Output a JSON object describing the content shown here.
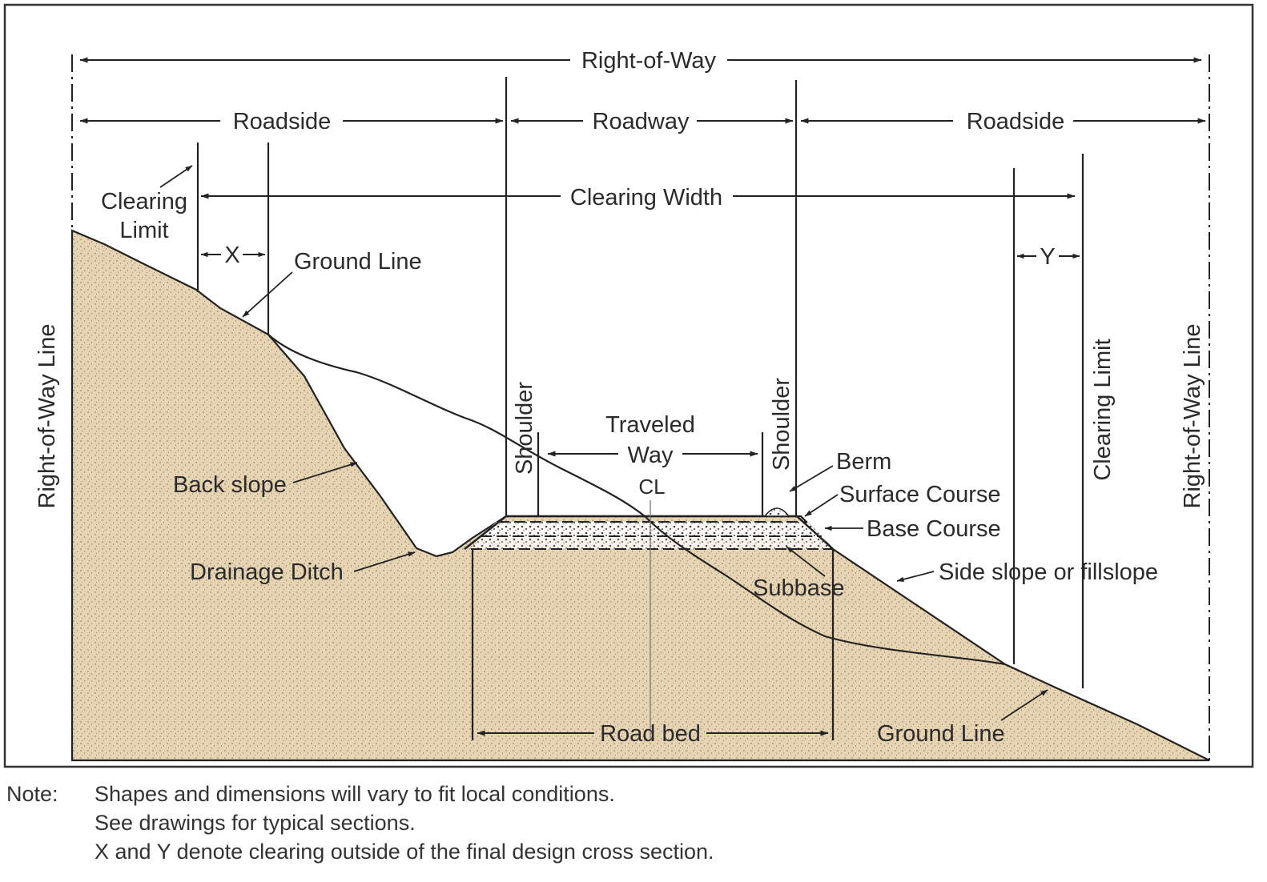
{
  "diagram": {
    "labels": {
      "right_of_way": "Right-of-Way",
      "roadside_left": "Roadside",
      "roadway": "Roadway",
      "roadside_right": "Roadside",
      "clearing_limit_left_1": "Clearing",
      "clearing_limit_left_2": "Limit",
      "clearing_width": "Clearing Width",
      "x_mark": "X",
      "y_mark": "Y",
      "ground_line_top": "Ground Line",
      "row_line_left": "Right-of-Way Line",
      "row_line_right": "Right-of-Way Line",
      "clearing_limit_right": "Clearing Limit",
      "shoulder_left": "Shoulder",
      "shoulder_right": "Shoulder",
      "traveled": "Traveled",
      "way": "Way",
      "centerline": "CL",
      "berm": "Berm",
      "surface_course": "Surface Course",
      "base_course": "Base Course",
      "back_slope": "Back slope",
      "drainage_ditch": "Drainage Ditch",
      "subbase": "Subbase",
      "side_slope": "Side slope or fillslope",
      "road_bed": "Road bed",
      "ground_line_bottom": "Ground Line"
    },
    "colors": {
      "soil": "#e6d3b1",
      "line": "#222222",
      "frame": "#333333"
    }
  },
  "notes": {
    "heading": "Note:",
    "lines": [
      "Shapes and dimensions will vary to fit local conditions.",
      "See drawings for typical sections.",
      "X and Y denote clearing outside of the final design cross section."
    ]
  }
}
